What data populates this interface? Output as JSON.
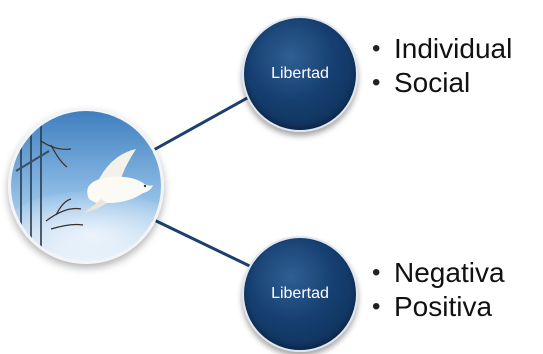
{
  "diagram": {
    "nodes": [
      {
        "label": "Libertad",
        "items": [
          "Individual",
          "Social"
        ]
      },
      {
        "label": "Libertad",
        "items": [
          "Negativa",
          "Positiva"
        ]
      }
    ],
    "image": {
      "subject": "dove-in-sky",
      "colors": {
        "sky_top": "#4f8fc8",
        "sky_bottom": "#dbe9f6",
        "node_fill": "#163f70",
        "connector": "#1c3f6e"
      }
    }
  }
}
